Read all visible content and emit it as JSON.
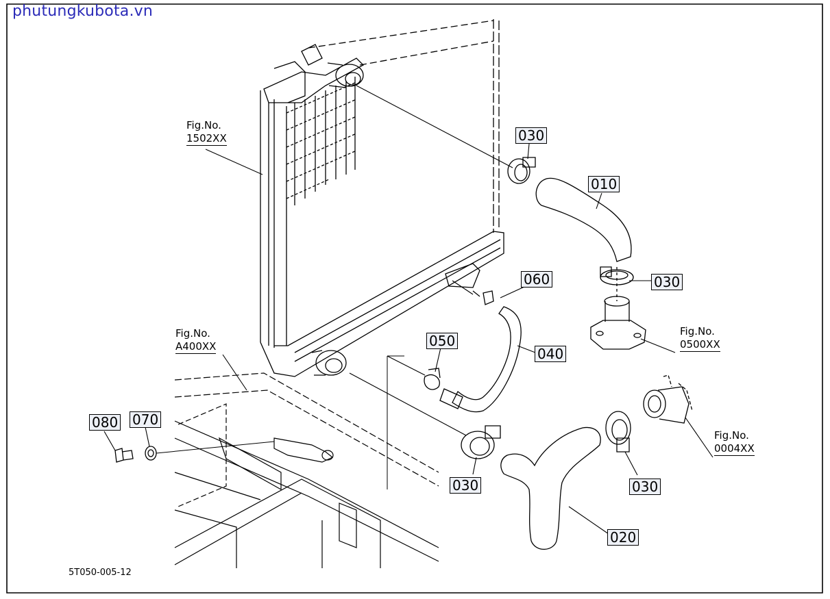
{
  "watermark": "phutungkubota.vn",
  "diagram_code": "5T050-005-12",
  "fig_refs": {
    "radiator": {
      "line1": "Fig.No.",
      "line2": "1502XX"
    },
    "frame": {
      "line1": "Fig.No.",
      "line2": "A400XX"
    },
    "thermostat": {
      "line1": "Fig.No.",
      "line2": "0500XX"
    },
    "pump": {
      "line1": "Fig.No.",
      "line2": "0004XX"
    }
  },
  "parts": {
    "p010": "010",
    "p020": "020",
    "p030a": "030",
    "p030b": "030",
    "p030c": "030",
    "p030d": "030",
    "p040": "040",
    "p050": "050",
    "p060": "060",
    "p070": "070",
    "p080": "080"
  },
  "colors": {
    "watermark": "#2b2bb8",
    "label_bg": "#eef1f7",
    "line": "#000000"
  }
}
